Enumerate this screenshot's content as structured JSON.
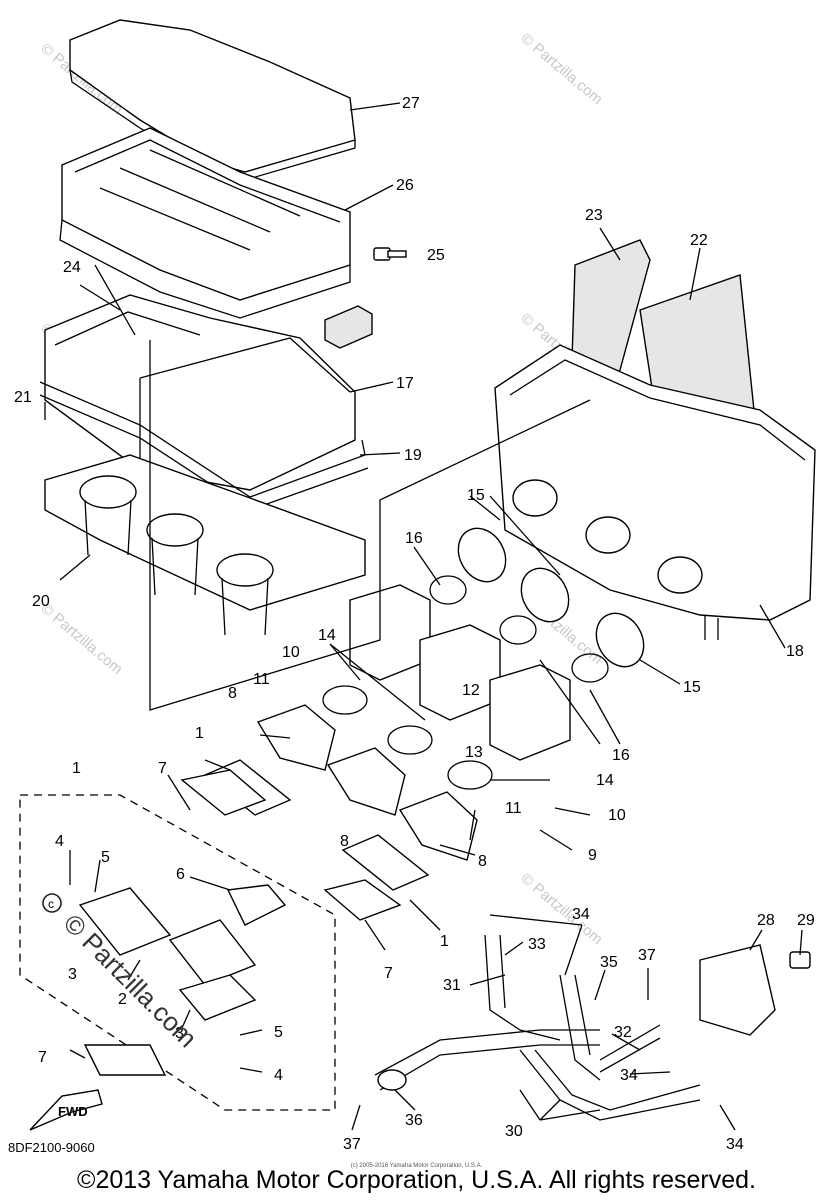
{
  "diagram": {
    "watermark": "© Partzilla.com",
    "overlay_watermark": "© Partzilla.com",
    "diagram_code": "8DF2100-9060",
    "direction_label": "FWD",
    "copyright": "©2013 Yamaha Motor Corporation, U.S.A. All rights reserved.",
    "small_copyright": "(c) 2005-2016 Yamaha Motor Corporation, U.S.A.",
    "callouts": {
      "c27": "27",
      "c26": "26",
      "c25": "25",
      "c24": "24",
      "c23": "23",
      "c22": "22",
      "c21": "21",
      "c17": "17",
      "c19": "19",
      "c20": "20",
      "c18": "18",
      "c15a": "15",
      "c15b": "15",
      "c16a": "16",
      "c16b": "16",
      "c14a": "14",
      "c14b": "14",
      "c10a": "10",
      "c10b": "10",
      "c11a": "11",
      "c11b": "11",
      "c12": "12",
      "c13": "13",
      "c8a": "8",
      "c8b": "8",
      "c8c": "8",
      "c1a": "1",
      "c1b": "1",
      "c1c": "1",
      "c7a": "7",
      "c7b": "7",
      "c7c": "7",
      "c9": "9",
      "c4a": "4",
      "c4b": "4",
      "c5a": "5",
      "c5b": "5",
      "c6": "6",
      "c3a": "3",
      "c3b": "3",
      "c2": "2",
      "c34a": "34",
      "c34b": "34",
      "c34c": "34",
      "c33": "33",
      "c35": "35",
      "c37a": "37",
      "c37b": "37",
      "c28": "28",
      "c29": "29",
      "c31": "31",
      "c32": "32",
      "c36": "36",
      "c30": "30"
    }
  }
}
